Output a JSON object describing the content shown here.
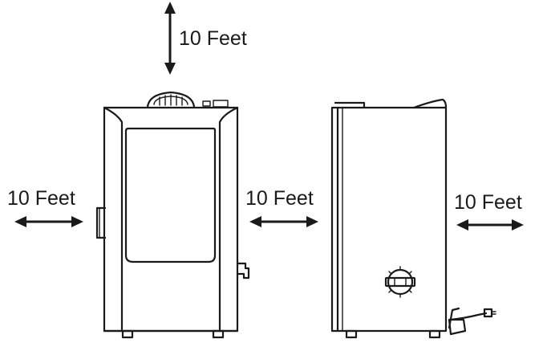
{
  "diagram": {
    "title": "",
    "labels": {
      "top": "10 Feet",
      "left": "10 Feet",
      "middle": "10 Feet",
      "right": "10 Feet"
    },
    "colors": {
      "stroke": "#1a1a1a",
      "background": "#ffffff"
    }
  }
}
